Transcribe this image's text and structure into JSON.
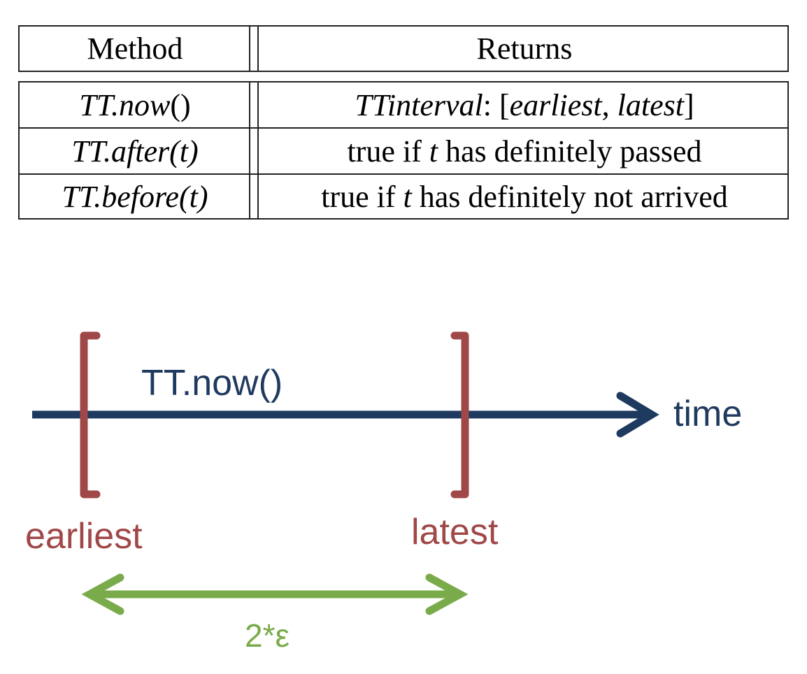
{
  "table": {
    "headers": [
      "Method",
      "Returns"
    ],
    "rows": [
      {
        "method": {
          "prefix": "TT.",
          "name": "now",
          "args": "()"
        },
        "returns": {
          "pre": "TTinterval",
          "colon": ": ",
          "lb": "[",
          "a": "earliest",
          "comma": ", ",
          "b": "latest",
          "rb": "]"
        }
      },
      {
        "method": {
          "prefix": "TT.",
          "name": "after",
          "args": "(t)"
        },
        "returns": {
          "pre": "true if ",
          "var": "t",
          "post": " has definitely passed"
        }
      },
      {
        "method": {
          "prefix": "TT.",
          "name": "before",
          "args": "(t)"
        },
        "returns": {
          "pre": "true if ",
          "var": "t",
          "post": " has definitely not arrived"
        }
      }
    ]
  },
  "diagram": {
    "interval_label": "TT.now()",
    "axis_label": "time",
    "earliest_label": "earliest",
    "latest_label": "latest",
    "width_label": "2*ε",
    "colors": {
      "axis": "#1f3a5f",
      "bracket": "#a04848",
      "width_arrow": "#7aab4a"
    }
  }
}
